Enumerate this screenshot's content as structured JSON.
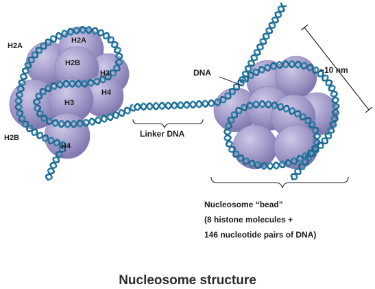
{
  "histone_labels": {
    "h2a_outer": "H2A",
    "h2a_inner": "H2A",
    "h2b_inner": "H2B",
    "h3_right": "H3",
    "h4_right": "H4",
    "h3_center": "H3",
    "h2b_outer": "H2B",
    "h4_bottom": "H4"
  },
  "labels": {
    "linker": "Linker DNA",
    "dna": "DNA",
    "scale": "~10 nm"
  },
  "bead_caption": {
    "line1": "Nucleosome “bead”",
    "line2": "(8 histone molecules +",
    "line3": "146 nucleotide pairs of DNA)"
  },
  "figure_caption": "Nucleosome structure",
  "colors": {
    "histone": "#a29bc8",
    "dna": "#2f7fa6"
  }
}
